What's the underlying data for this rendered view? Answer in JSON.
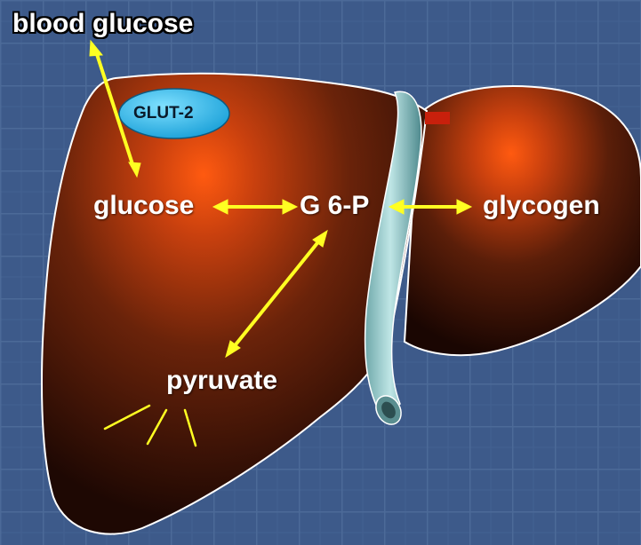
{
  "labels": {
    "blood_glucose": "blood glucose",
    "glut2": "GLUT-2",
    "glucose": "glucose",
    "g6p": "G 6-P",
    "glycogen": "glycogen",
    "pyruvate": "pyruvate"
  },
  "colors": {
    "background": "#3d5a8a",
    "liver": "#5a200c",
    "liver_highlight": "#ff5a10",
    "arrow": "#ffff22",
    "transporter": "#28b8ea",
    "vessel": "#a8dada"
  },
  "icons": {
    "organ": "liver-icon",
    "transporter": "glut2-ellipse-icon",
    "vessel": "vein-tube-icon"
  }
}
